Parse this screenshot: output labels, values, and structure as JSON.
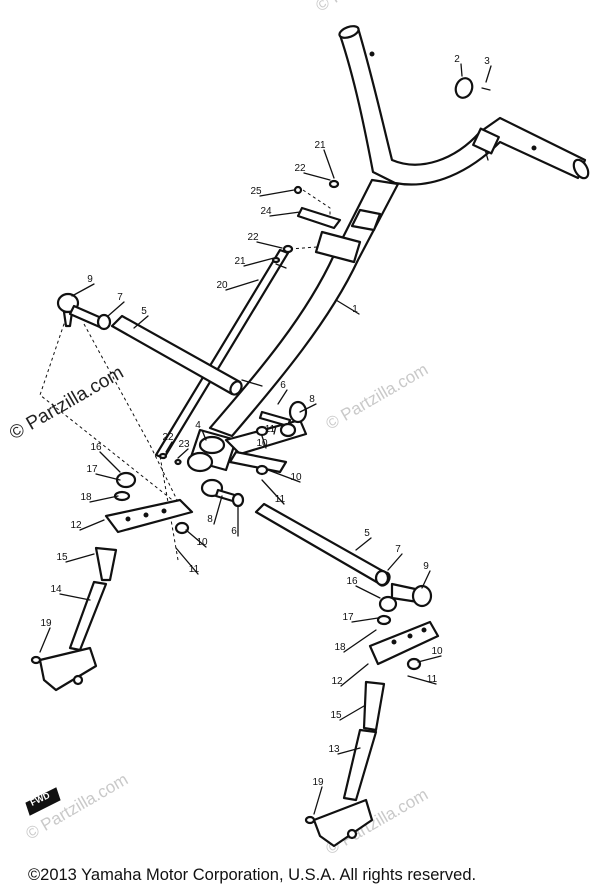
{
  "watermark": "© Partzilla.com",
  "copyright": "©2013 Yamaha Motor Corporation, U.S.A. All rights reserved.",
  "fwd_label": "FWD",
  "callouts": [
    {
      "id": "c-1",
      "label": "1"
    },
    {
      "id": "c-2",
      "label": "2"
    },
    {
      "id": "c-3",
      "label": "3"
    },
    {
      "id": "c-4",
      "label": "4"
    },
    {
      "id": "c-5a",
      "label": "5"
    },
    {
      "id": "c-5b",
      "label": "5"
    },
    {
      "id": "c-6a",
      "label": "6"
    },
    {
      "id": "c-6b",
      "label": "6"
    },
    {
      "id": "c-7a",
      "label": "7"
    },
    {
      "id": "c-7b",
      "label": "7"
    },
    {
      "id": "c-8a",
      "label": "8"
    },
    {
      "id": "c-8b",
      "label": "8"
    },
    {
      "id": "c-9a",
      "label": "9"
    },
    {
      "id": "c-9b",
      "label": "9"
    },
    {
      "id": "c-10a",
      "label": "10"
    },
    {
      "id": "c-10b",
      "label": "10"
    },
    {
      "id": "c-10c",
      "label": "10"
    },
    {
      "id": "c-10d",
      "label": "10"
    },
    {
      "id": "c-11a",
      "label": "11"
    },
    {
      "id": "c-11b",
      "label": "11"
    },
    {
      "id": "c-11c",
      "label": "11"
    },
    {
      "id": "c-11d",
      "label": "11"
    },
    {
      "id": "c-12a",
      "label": "12"
    },
    {
      "id": "c-12b",
      "label": "12"
    },
    {
      "id": "c-13",
      "label": "13"
    },
    {
      "id": "c-14",
      "label": "14"
    },
    {
      "id": "c-15a",
      "label": "15"
    },
    {
      "id": "c-15b",
      "label": "15"
    },
    {
      "id": "c-16a",
      "label": "16"
    },
    {
      "id": "c-16b",
      "label": "16"
    },
    {
      "id": "c-17a",
      "label": "17"
    },
    {
      "id": "c-17b",
      "label": "17"
    },
    {
      "id": "c-18a",
      "label": "18"
    },
    {
      "id": "c-18b",
      "label": "18"
    },
    {
      "id": "c-19a",
      "label": "19"
    },
    {
      "id": "c-19b",
      "label": "19"
    },
    {
      "id": "c-20",
      "label": "20"
    },
    {
      "id": "c-21a",
      "label": "21"
    },
    {
      "id": "c-21b",
      "label": "21"
    },
    {
      "id": "c-22a",
      "label": "22"
    },
    {
      "id": "c-22b",
      "label": "22"
    },
    {
      "id": "c-22c",
      "label": "22"
    },
    {
      "id": "c-23",
      "label": "23"
    },
    {
      "id": "c-24",
      "label": "24"
    },
    {
      "id": "c-25",
      "label": "25"
    }
  ]
}
